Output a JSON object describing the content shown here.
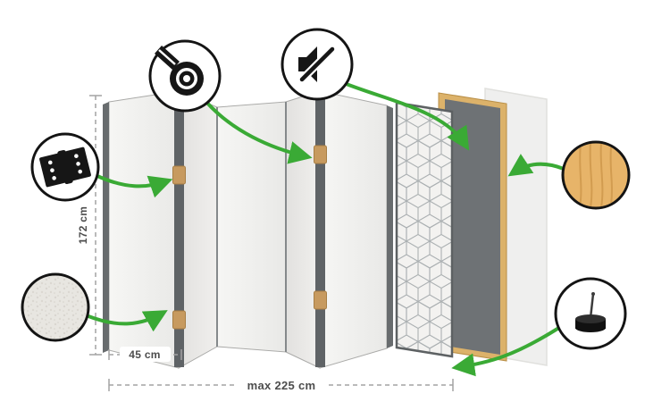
{
  "diagram": {
    "name": "folding-room-divider-exploded-diagram",
    "panel_count_visible": 5
  },
  "dimensions": {
    "height_label": "172 cm",
    "panel_width_label": "45 cm",
    "max_width_label": "max 225 cm"
  },
  "callouts": {
    "hinge": {
      "icon": "door-hinge-icon"
    },
    "tape": {
      "icon": "adhesive-tape-roll-icon"
    },
    "mute": {
      "icon": "speaker-muted-icon"
    },
    "wood": {
      "icon": "wood-texture-swatch"
    },
    "fabric": {
      "icon": "fabric-texture-swatch"
    },
    "foot": {
      "icon": "furniture-foot-pin-icon"
    }
  },
  "colors": {
    "accent_green": "#3aaa35",
    "wood_tan": "#e7b469",
    "hinge_brass": "#c79a5f",
    "panel_light": "#f2f1ef",
    "edge_dark": "#63676a",
    "acoustic_gray": "#6e7275"
  }
}
